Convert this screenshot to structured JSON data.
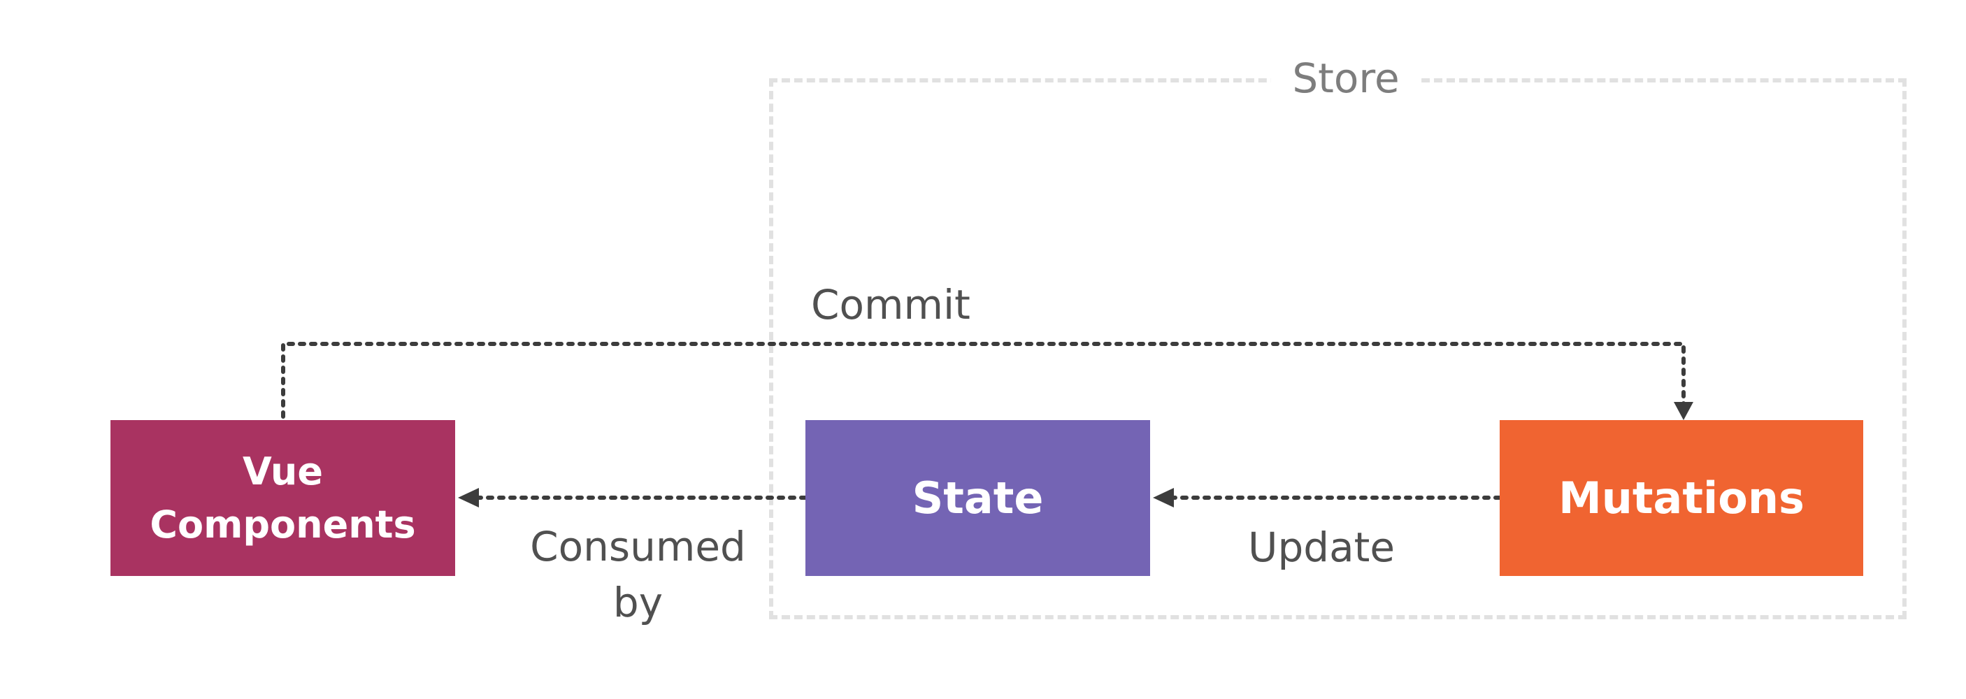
{
  "diagram": {
    "store_label": "Store",
    "nodes": {
      "vue": {
        "lines": [
          "Vue",
          "Components"
        ],
        "color": "#a93361"
      },
      "state": {
        "label": "State",
        "color": "#7464b4"
      },
      "mutations": {
        "label": "Mutations",
        "color": "#f06431"
      }
    },
    "edges": {
      "commit": "Commit",
      "update": "Update",
      "consumed_by": [
        "Consumed",
        "by"
      ]
    },
    "colors": {
      "arrow": "#3c3c3c",
      "store_border": "#e1e1e1",
      "store_text": "#7d7d7d",
      "edge_text": "#505050"
    }
  }
}
